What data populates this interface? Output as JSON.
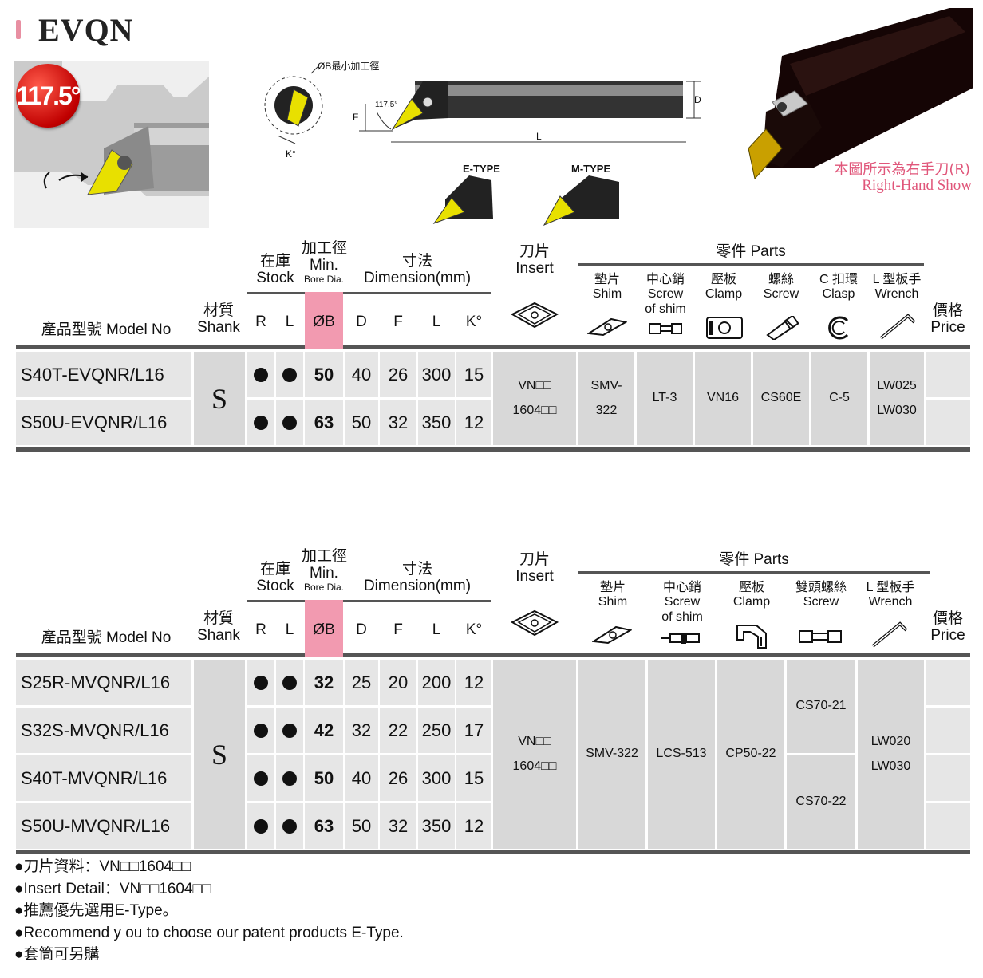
{
  "title": "EVQN",
  "badge": "117.5°",
  "diagram": {
    "min_bore_label": "ØB最小加工徑",
    "angle_label": "117.5°",
    "F": "F",
    "D": "D",
    "L": "L",
    "K": "K°",
    "e_type": "E-TYPE",
    "m_type": "M-TYPE"
  },
  "photo_caption": {
    "cn": "本圖所示為右手刀(R)",
    "en": "Right-Hand Show"
  },
  "headers": {
    "stock_cn": "在庫",
    "stock_en": "Stock",
    "min_cn": "加工徑",
    "min_en": "Min.",
    "bore_en": "Bore Dia.",
    "dim_cn": "寸法",
    "dim_en": "Dimension(mm)",
    "insert_cn": "刀片",
    "insert_en": "Insert",
    "parts": "零件 Parts",
    "shank_cn": "材質",
    "shank_en": "Shank",
    "model": "產品型號 Model No",
    "price_cn": "價格",
    "price_en": "Price",
    "R": "R",
    "L": "L",
    "OB": "ØB",
    "D": "D",
    "F": "F",
    "Lc": "L",
    "K": "K°"
  },
  "table1": {
    "parts": [
      {
        "cn": "墊片",
        "en": "Shim"
      },
      {
        "cn": "中心銷",
        "en": "Screw",
        "en2": "of shim"
      },
      {
        "cn": "壓板",
        "en": "Clamp"
      },
      {
        "cn": "螺絲",
        "en": "Screw"
      },
      {
        "cn": "C 扣環",
        "en": "Clasp"
      },
      {
        "cn": "L 型板手",
        "en": "Wrench"
      }
    ],
    "shank": "S",
    "rows": [
      {
        "model": "S40T-EVQNR/L16",
        "B": "50",
        "D": "40",
        "F": "26",
        "L": "300",
        "K": "15"
      },
      {
        "model": "S50U-EVQNR/L16",
        "B": "63",
        "D": "50",
        "F": "32",
        "L": "350",
        "K": "12"
      }
    ],
    "insert": [
      "VN□□",
      "1604□□"
    ],
    "shim": [
      "SMV-",
      "322"
    ],
    "screw_shim": "LT-3",
    "clamp": "VN16",
    "screw": "CS60E",
    "clasp": "C-5",
    "wrench": [
      "LW025",
      "LW030"
    ]
  },
  "table2": {
    "parts": [
      {
        "cn": "墊片",
        "en": "Shim"
      },
      {
        "cn": "中心銷",
        "en": "Screw",
        "en2": "of shim"
      },
      {
        "cn": "壓板",
        "en": "Clamp"
      },
      {
        "cn": "雙頭螺絲",
        "en": "Screw"
      },
      {
        "cn": "L 型板手",
        "en": "Wrench"
      }
    ],
    "shank": "S",
    "rows": [
      {
        "model": "S25R-MVQNR/L16",
        "B": "32",
        "D": "25",
        "F": "20",
        "L": "200",
        "K": "12"
      },
      {
        "model": "S32S-MVQNR/L16",
        "B": "42",
        "D": "32",
        "F": "22",
        "L": "250",
        "K": "17"
      },
      {
        "model": "S40T-MVQNR/L16",
        "B": "50",
        "D": "40",
        "F": "26",
        "L": "300",
        "K": "15"
      },
      {
        "model": "S50U-MVQNR/L16",
        "B": "63",
        "D": "50",
        "F": "32",
        "L": "350",
        "K": "12"
      }
    ],
    "insert": [
      "VN□□",
      "1604□□"
    ],
    "shim": "SMV-322",
    "screw_shim": "LCS-513",
    "clamp": "CP50-22",
    "screw_a": "CS70-21",
    "screw_b": "CS70-22",
    "wrench": [
      "LW020",
      "LW030"
    ]
  },
  "notes": [
    "●刀片資料：VN□□1604□□",
    "●Insert Detail：VN□□1604□□",
    "●推薦優先選用E-Type。",
    "●Recommend y ou to choose our patent products E-Type.",
    "●套筒可另購"
  ]
}
